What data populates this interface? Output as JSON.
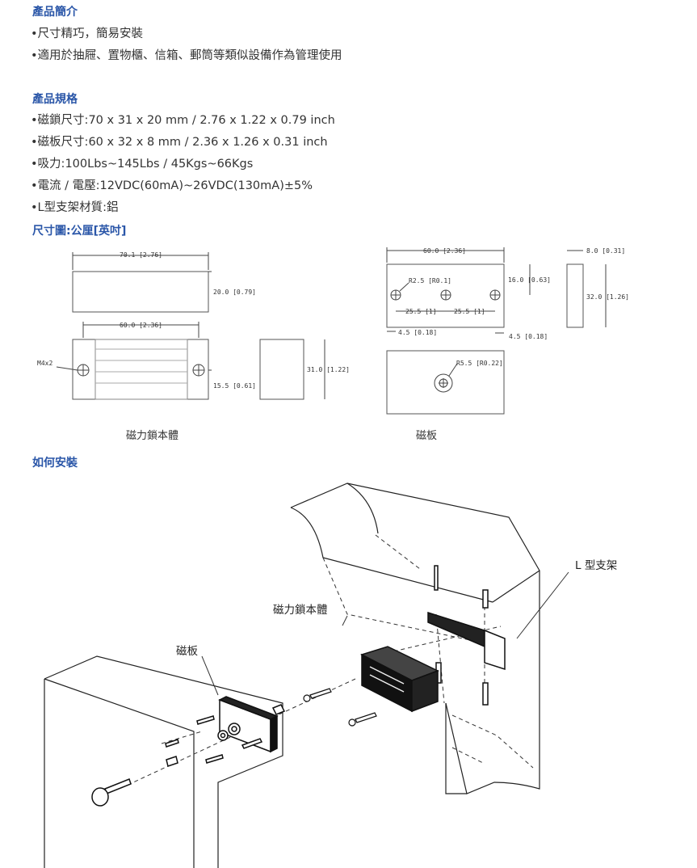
{
  "intro": {
    "title": "產品簡介",
    "items": [
      "•尺寸精巧，簡易安裝",
      "•適用於抽屜、置物櫃、信箱、郵筒等類似設備作為管理使用"
    ]
  },
  "specs": {
    "title": "產品規格",
    "items": [
      "•磁鎖尺寸:70 x 31 x 20 mm / 2.76 x 1.22 x 0.79 inch",
      "•磁板尺寸:60 x 32 x 8 mm / 2.36 x 1.26 x 0.31 inch",
      "•吸力:100Lbs~145Lbs / 45Kgs~66Kgs",
      "•電流 / 電壓:12VDC(60mA)~26VDC(130mA)±5%",
      "•L型支架材質:鋁"
    ]
  },
  "dimension_title": "尺寸圖:公厘[英吋]",
  "drawing": {
    "body_len": "70.1 [2.76]",
    "body_height": "20.0 [0.79]",
    "body_hole_span": "60.0 [2.36]",
    "screw": "M4x2",
    "body_hole_offset": "15.5 [0.61]",
    "body_depth": "31.0 [1.22]",
    "plate_len": "60.0 [2.36]",
    "plate_radius": "R2.5 [R0.1]",
    "plate_hole_offset": "16.0 [0.63]",
    "plate_span_a": "25.5 [1]",
    "plate_span_b": "25.5 [1]",
    "plate_edge_a": "4.5 [0.18]",
    "plate_edge_b": "4.5 [0.18]",
    "plate_thickness": "8.0 [0.31]",
    "plate_height": "32.0 [1.26]",
    "plate_center_radius": "R5.5 [R0.22]",
    "caption_body": "磁力鎖本體",
    "caption_plate": "磁板"
  },
  "install_title": "如何安裝",
  "install": {
    "label_bracket": "L 型支架",
    "label_body": "磁力鎖本體",
    "label_plate": "磁板"
  }
}
